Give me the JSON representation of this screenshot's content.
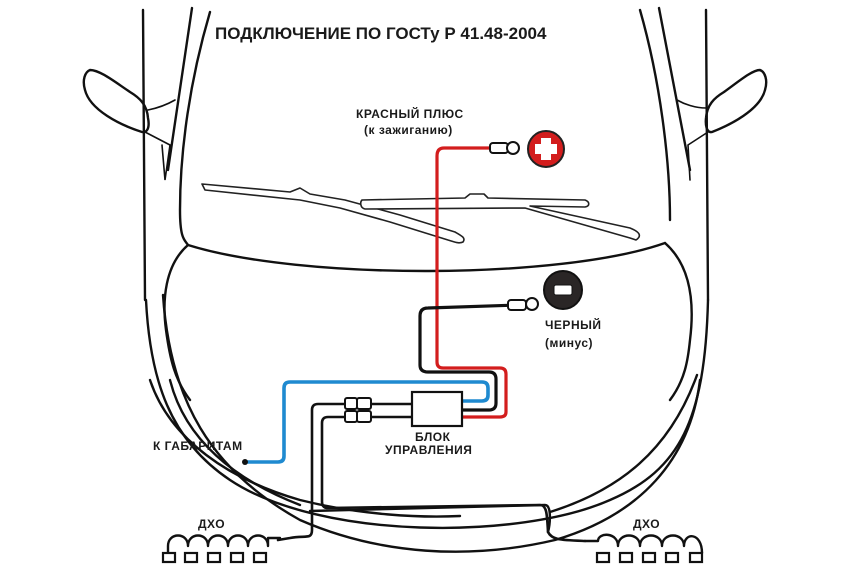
{
  "diagram": {
    "title": "ПОДКЛЮЧЕНИЕ ПО ГОСТу Р 41.48-2004",
    "labels": {
      "red_plus": "КРАСНЫЙ ПЛЮС",
      "red_plus_sub": "(к зажиганию)",
      "black": "ЧЕРНЫЙ",
      "black_sub": "(минус)",
      "to_parking_lights": "К ГАБАРИТАМ",
      "control_unit_1": "БЛОК",
      "control_unit_2": "УПРАВЛЕНИЯ",
      "drl_left": "ДХО",
      "drl_right": "ДХО"
    },
    "terminals": {
      "plus_icon": "plus-terminal-icon",
      "minus_icon": "minus-terminal-icon"
    },
    "colors": {
      "red_wire": "#d31d1d",
      "black_wire": "#111111",
      "blue_wire": "#1f8ad0",
      "plus_terminal": "#d31d1d",
      "minus_terminal": "#222222"
    }
  }
}
